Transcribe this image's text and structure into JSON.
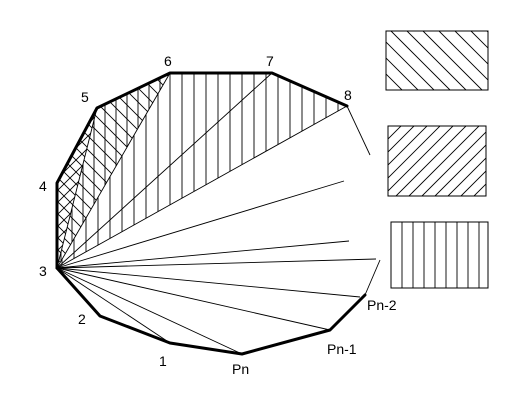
{
  "vertex_labels": {
    "v1": "1",
    "v2": "2",
    "v3": "3",
    "v4": "4",
    "v5": "5",
    "v6": "6",
    "v7": "7",
    "v8": "8",
    "pn": "Pn",
    "pn1": "Pn-1",
    "pn2": "Pn-2"
  },
  "legend": [
    {
      "pattern": "diagonal-hatch-down"
    },
    {
      "pattern": "diagonal-hatch-up"
    },
    {
      "pattern": "vertical-hatch"
    }
  ],
  "colors": {
    "ink": "#000000",
    "paper": "#ffffff"
  }
}
